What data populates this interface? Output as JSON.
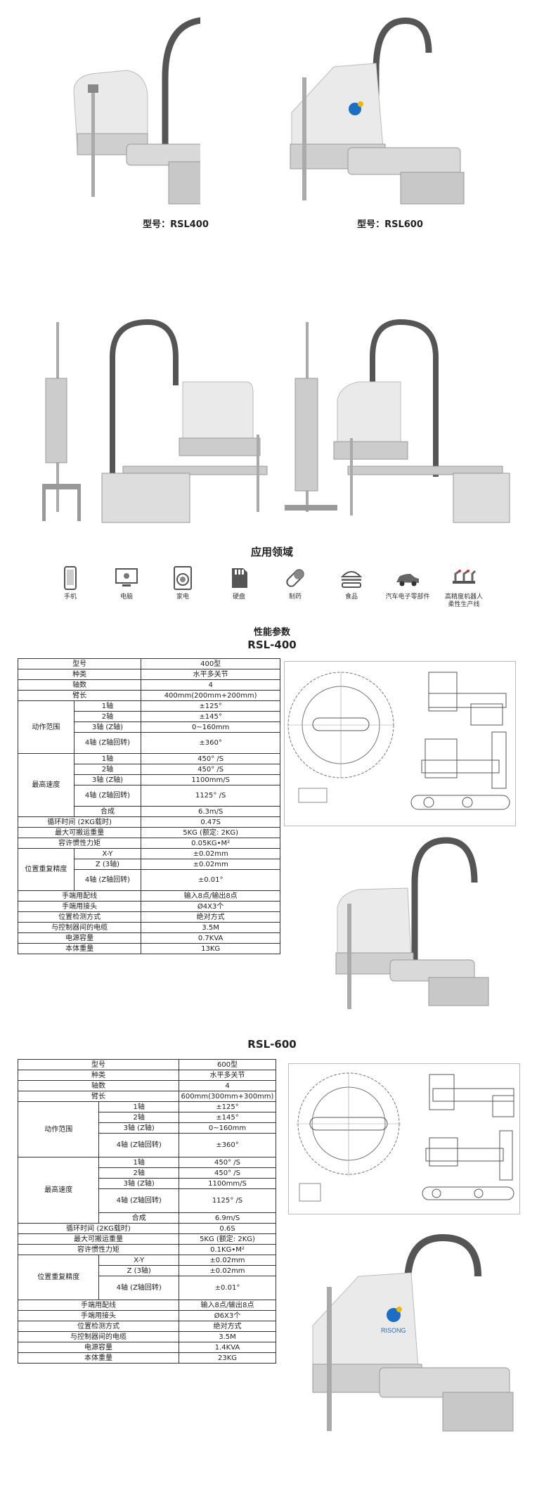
{
  "captions": {
    "rsl400": "型号：RSL400",
    "rsl600": "型号：RSL600"
  },
  "applications": {
    "title": "应用领域",
    "items": [
      {
        "label": "手机",
        "icon": "phone-icon"
      },
      {
        "label": "电脑",
        "icon": "computer-icon"
      },
      {
        "label": "家电",
        "icon": "washing-machine-icon"
      },
      {
        "label": "硬盘",
        "icon": "sd-card-icon"
      },
      {
        "label": "制药",
        "icon": "capsule-icon"
      },
      {
        "label": "食品",
        "icon": "burger-icon"
      },
      {
        "label": "汽车电子零部件",
        "icon": "car-icon"
      },
      {
        "label": "高精度机器人",
        "label2": "柔性生产线",
        "icon": "robot-line-icon"
      }
    ]
  },
  "performance_title": "性能参数",
  "rsl400": {
    "title": "RSL-400",
    "rows": {
      "model": [
        "型号",
        "400型"
      ],
      "type": [
        "种类",
        "水平多关节"
      ],
      "axes": [
        "轴数",
        "4"
      ],
      "arm": [
        "臂长",
        "400mm(200mm+200mm)"
      ],
      "range_group": "动作范围",
      "range": [
        [
          "1轴",
          "±125°"
        ],
        [
          "2轴",
          "±145°"
        ],
        [
          "3轴 (Z轴)",
          "0~160mm"
        ],
        [
          "4轴 (Z轴回转)",
          "±360°"
        ]
      ],
      "speed_group": "最高速度",
      "speed": [
        [
          "1轴",
          "450° /S"
        ],
        [
          "2轴",
          "450° /S"
        ],
        [
          "3轴 (Z轴)",
          "1100mm/S"
        ],
        [
          "4轴 (Z轴回转)",
          "1125° /S"
        ],
        [
          "合成",
          "6.3m/S"
        ]
      ],
      "cycle": [
        "循环时间 (2KG载时)",
        "0.47S"
      ],
      "payload": [
        "最大可搬运重量",
        "5KG (额定: 2KG)"
      ],
      "inertia": [
        "容许惯性力矩",
        "0.05KG•M²"
      ],
      "repeat_group": "位置重复精度",
      "repeat": [
        [
          "X-Y",
          "±0.02mm"
        ],
        [
          "Z (3轴)",
          "±0.02mm"
        ],
        [
          "4轴 (Z轴回转)",
          "±0.01°"
        ]
      ],
      "wiring": [
        "手端用配线",
        "输入8点/输出8点"
      ],
      "connector": [
        "手端用接头",
        "Ø4X3个"
      ],
      "detect": [
        "位置检测方式",
        "绝对方式"
      ],
      "cable": [
        "与控制器间的电缆",
        "3.5M"
      ],
      "power": [
        "电源容量",
        "0.7KVA"
      ],
      "weight": [
        "本体重量",
        "13KG"
      ]
    }
  },
  "rsl600": {
    "title": "RSL-600",
    "rows": {
      "model": [
        "型号",
        "600型"
      ],
      "type": [
        "种类",
        "水平多关节"
      ],
      "axes": [
        "轴数",
        "4"
      ],
      "arm": [
        "臂长",
        "600mm(300mm+300mm)"
      ],
      "range_group": "动作范围",
      "range": [
        [
          "1轴",
          "±125°"
        ],
        [
          "2轴",
          "±145°"
        ],
        [
          "3轴 (Z轴)",
          "0~160mm"
        ],
        [
          "4轴 (Z轴回转)",
          "±360°"
        ]
      ],
      "speed_group": "最高速度",
      "speed": [
        [
          "1轴",
          "450° /S"
        ],
        [
          "2轴",
          "450° /S"
        ],
        [
          "3轴 (Z轴)",
          "1100mm/S"
        ],
        [
          "4轴 (Z轴回转)",
          "1125° /S"
        ],
        [
          "合成",
          "6.9m/S"
        ]
      ],
      "cycle": [
        "循环时间 (2KG载时)",
        "0.6S"
      ],
      "payload": [
        "最大可搬运重量",
        "5KG (额定: 2KG)"
      ],
      "inertia": [
        "容许惯性力矩",
        "0.1KG•M²"
      ],
      "repeat_group": "位置重复精度",
      "repeat": [
        [
          "X-Y",
          "±0.02mm"
        ],
        [
          "Z (3轴)",
          "±0.02mm"
        ],
        [
          "4轴 (Z轴回转)",
          "±0.01°"
        ]
      ],
      "wiring": [
        "手端用配线",
        "输入8点/输出8点"
      ],
      "connector": [
        "手端用接头",
        "Ø6X3个"
      ],
      "detect": [
        "位置检测方式",
        "绝对方式"
      ],
      "cable": [
        "与控制器间的电缆",
        "3.5M"
      ],
      "power": [
        "电源容量",
        "1.4KVA"
      ],
      "weight": [
        "本体重量",
        "23KG"
      ]
    }
  },
  "brand_logo_text": "RISONG",
  "colors": {
    "robot_body": "#e8e8e8",
    "robot_metal": "#b8b8b8",
    "cable": "#555555",
    "brand_blue": "#1a6fc4",
    "brand_yellow": "#f2b705"
  }
}
